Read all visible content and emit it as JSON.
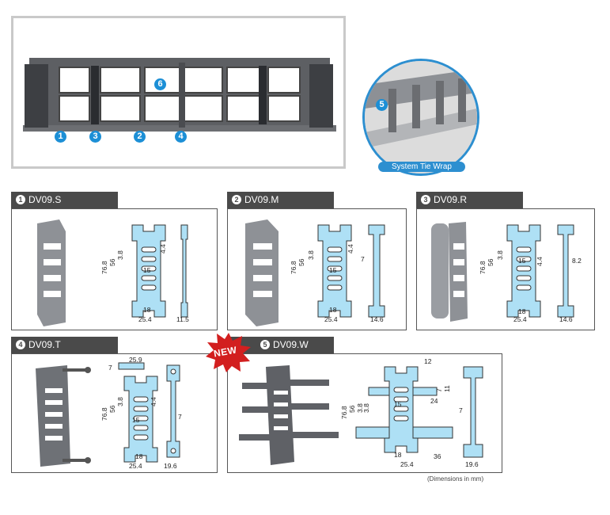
{
  "hero": {
    "callouts": [
      "1",
      "3",
      "2",
      "4",
      "6"
    ]
  },
  "detail": {
    "callout": "5",
    "label": "System Tie Wrap"
  },
  "panels": [
    {
      "num": "1",
      "title": "DV09.S",
      "dims": {
        "height": "76.8",
        "inner": "56",
        "a": "3.8",
        "b": "4.4",
        "c": "15",
        "bottom1": "18",
        "bottom2": "25.4",
        "side": "11.5"
      }
    },
    {
      "num": "2",
      "title": "DV09.M",
      "dims": {
        "height": "76.8",
        "inner": "56",
        "a": "3.8",
        "b": "4.4",
        "c": "15",
        "w": "7",
        "bottom1": "18",
        "bottom2": "25.4",
        "side": "14.6"
      }
    },
    {
      "num": "3",
      "title": "DV09.R",
      "dims": {
        "height": "76.8",
        "inner": "56",
        "a": "3.8",
        "b": "4.4",
        "c": "15",
        "w": "8.2",
        "bottom1": "18",
        "bottom2": "25.4",
        "side": "14.6"
      }
    },
    {
      "num": "4",
      "title": "DV09.T",
      "dims": {
        "height": "76.8",
        "inner": "56",
        "a": "3.8",
        "b": "4.4",
        "c": "15",
        "w": "7",
        "top": "25.9",
        "tw": "7",
        "bottom1": "18",
        "bottom2": "25.4",
        "side": "19.6"
      }
    },
    {
      "num": "5",
      "title": "DV09.W",
      "dims": {
        "height": "76.8",
        "inner": "56",
        "a": "3.8",
        "b": "3.8",
        "c": "15",
        "w": "7",
        "top": "12",
        "e": "7",
        "f": "11",
        "g": "24",
        "bottom1": "18",
        "bottom2": "25.4",
        "right": "36",
        "side": "19.6"
      }
    }
  ],
  "new_badge": "NEW",
  "note": "(Dimensions in mm)",
  "colors": {
    "accent": "#1c8fd6",
    "tab": "#4a4a4a",
    "part": "#aee0f5"
  }
}
